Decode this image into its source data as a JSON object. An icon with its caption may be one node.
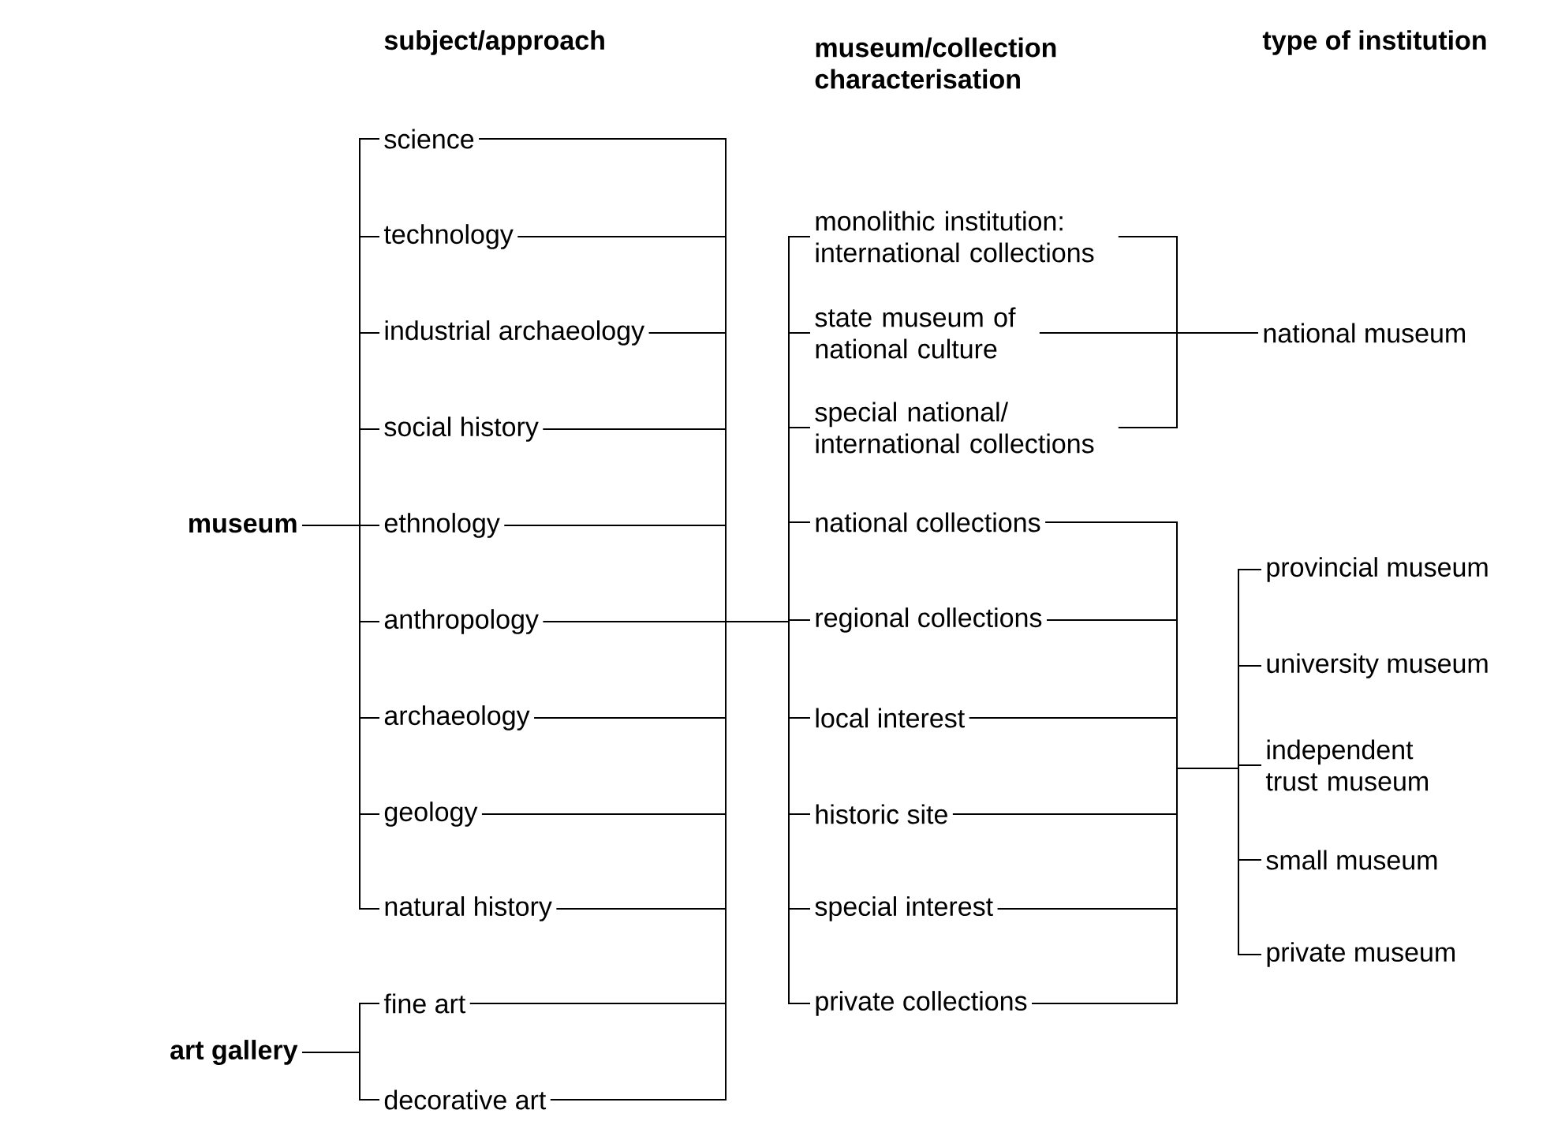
{
  "diagram": {
    "nodes": [
      {
        "text": [
          "museum"
        ]
      },
      {
        "text": [
          "art gallery"
        ]
      },
      {
        "text": [
          "science"
        ]
      },
      {
        "text": [
          "technology"
        ]
      },
      {
        "text": [
          "industrial archaeology"
        ]
      },
      {
        "text": [
          "social history"
        ]
      },
      {
        "text": [
          "ethnology"
        ]
      },
      {
        "text": [
          "anthropology"
        ]
      },
      {
        "text": [
          "archaeology"
        ]
      },
      {
        "text": [
          "geology"
        ]
      },
      {
        "text": [
          "natural history"
        ]
      },
      {
        "text": [
          "fine art"
        ]
      },
      {
        "text": [
          "decorative art"
        ]
      },
      {
        "text": [
          "monolithic institution: international collections"
        ]
      },
      {
        "text": [
          "state museum of national culture"
        ]
      },
      {
        "text": [
          "special national/ international collections"
        ]
      },
      {
        "text": [
          "national collections"
        ]
      },
      {
        "text": [
          "regional collections"
        ]
      },
      {
        "text": [
          "local interest"
        ]
      },
      {
        "text": [
          "historic site"
        ]
      },
      {
        "text": [
          "special interest"
        ]
      },
      {
        "text": [
          "private collections"
        ]
      },
      {
        "text": [
          "national museum"
        ]
      },
      {
        "text": [
          "provincial museum"
        ]
      },
      {
        "text": [
          "university museum"
        ]
      },
      {
        "text": [
          "independent trust museum"
        ]
      },
      {
        "text": [
          "small museum"
        ]
      },
      {
        "text": [
          "private museum"
        ]
      }
    ],
    "edges": [
      {
        "from": 2,
        "to": 13,
        "arrow": "none"
      },
      {
        "from": 2,
        "to": 14,
        "arrow": "none"
      },
      {
        "from": 2,
        "to": 15,
        "arrow": "none"
      },
      {
        "from": 2,
        "to": 16,
        "arrow": "none"
      },
      {
        "from": 2,
        "to": 17,
        "arrow": "none"
      },
      {
        "from": 2,
        "to": 18,
        "arrow": "none"
      },
      {
        "from": 2,
        "to": 19,
        "arrow": "none"
      },
      {
        "from": 2,
        "to": 20,
        "arrow": "none"
      },
      {
        "from": 2,
        "to": 21,
        "arrow": "none"
      },
      {
        "from": 3,
        "to": 13,
        "arrow": "none"
      },
      {
        "from": 3,
        "to": 14,
        "arrow": "none"
      },
      {
        "from": 3,
        "to": 15,
        "arrow": "none"
      },
      {
        "from": 3,
        "to": 16,
        "arrow": "none"
      },
      {
        "from": 3,
        "to": 17,
        "arrow": "none"
      },
      {
        "from": 3,
        "to": 18,
        "arrow": "none"
      },
      {
        "from": 3,
        "to": 19,
        "arrow": "none"
      },
      {
        "from": 3,
        "to": 20,
        "arrow": "none"
      },
      {
        "from": 3,
        "to": 21,
        "arrow": "none"
      },
      {
        "from": 4,
        "to": 13,
        "arrow": "none"
      },
      {
        "from": 4,
        "to": 14,
        "arrow": "none"
      },
      {
        "from": 4,
        "to": 15,
        "arrow": "none"
      },
      {
        "from": 4,
        "to": 16,
        "arrow": "none"
      },
      {
        "from": 4,
        "to": 17,
        "arrow": "none"
      },
      {
        "from": 4,
        "to": 18,
        "arrow": "none"
      },
      {
        "from": 4,
        "to": 19,
        "arrow": "none"
      },
      {
        "from": 4,
        "to": 20,
        "arrow": "none"
      },
      {
        "from": 4,
        "to": 21,
        "arrow": "none"
      },
      {
        "from": 5,
        "to": 13,
        "arrow": "none"
      },
      {
        "from": 5,
        "to": 14,
        "arrow": "none"
      },
      {
        "from": 5,
        "to": 15,
        "arrow": "none"
      },
      {
        "from": 5,
        "to": 16,
        "arrow": "none"
      },
      {
        "from": 5,
        "to": 17,
        "arrow": "none"
      },
      {
        "from": 5,
        "to": 18,
        "arrow": "none"
      },
      {
        "from": 5,
        "to": 19,
        "arrow": "none"
      },
      {
        "from": 5,
        "to": 20,
        "arrow": "none"
      },
      {
        "from": 5,
        "to": 21,
        "arrow": "none"
      },
      {
        "from": 6,
        "to": 13,
        "arrow": "none"
      },
      {
        "from": 6,
        "to": 14,
        "arrow": "none"
      },
      {
        "from": 6,
        "to": 15,
        "arrow": "none"
      },
      {
        "from": 6,
        "to": 16,
        "arrow": "none"
      },
      {
        "from": 6,
        "to": 17,
        "arrow": "none"
      },
      {
        "from": 6,
        "to": 18,
        "arrow": "none"
      },
      {
        "from": 6,
        "to": 19,
        "arrow": "none"
      },
      {
        "from": 6,
        "to": 20,
        "arrow": "none"
      },
      {
        "from": 6,
        "to": 21,
        "arrow": "none"
      },
      {
        "from": 7,
        "to": 13,
        "arrow": "none"
      },
      {
        "from": 7,
        "to": 14,
        "arrow": "none"
      },
      {
        "from": 7,
        "to": 15,
        "arrow": "none"
      },
      {
        "from": 7,
        "to": 16,
        "arrow": "none"
      },
      {
        "from": 7,
        "to": 17,
        "arrow": "none"
      },
      {
        "from": 7,
        "to": 18,
        "arrow": "none"
      },
      {
        "from": 7,
        "to": 19,
        "arrow": "none"
      },
      {
        "from": 7,
        "to": 20,
        "arrow": "none"
      },
      {
        "from": 7,
        "to": 21,
        "arrow": "none"
      },
      {
        "from": 8,
        "to": 13,
        "arrow": "none"
      },
      {
        "from": 8,
        "to": 14,
        "arrow": "none"
      },
      {
        "from": 8,
        "to": 15,
        "arrow": "none"
      },
      {
        "from": 8,
        "to": 16,
        "arrow": "none"
      },
      {
        "from": 8,
        "to": 17,
        "arrow": "none"
      },
      {
        "from": 8,
        "to": 18,
        "arrow": "none"
      },
      {
        "from": 8,
        "to": 19,
        "arrow": "none"
      },
      {
        "from": 8,
        "to": 20,
        "arrow": "none"
      },
      {
        "from": 8,
        "to": 21,
        "arrow": "none"
      },
      {
        "from": 9,
        "to": 13,
        "arrow": "none"
      },
      {
        "from": 9,
        "to": 14,
        "arrow": "none"
      },
      {
        "from": 9,
        "to": 15,
        "arrow": "none"
      },
      {
        "from": 9,
        "to": 16,
        "arrow": "none"
      },
      {
        "from": 9,
        "to": 17,
        "arrow": "none"
      },
      {
        "from": 9,
        "to": 18,
        "arrow": "none"
      },
      {
        "from": 9,
        "to": 19,
        "arrow": "none"
      },
      {
        "from": 9,
        "to": 20,
        "arrow": "none"
      },
      {
        "from": 9,
        "to": 21,
        "arrow": "none"
      },
      {
        "from": 10,
        "to": 13,
        "arrow": "none"
      },
      {
        "from": 10,
        "to": 14,
        "arrow": "none"
      },
      {
        "from": 10,
        "to": 15,
        "arrow": "none"
      },
      {
        "from": 10,
        "to": 16,
        "arrow": "none"
      },
      {
        "from": 10,
        "to": 17,
        "arrow": "none"
      },
      {
        "from": 10,
        "to": 18,
        "arrow": "none"
      },
      {
        "from": 10,
        "to": 19,
        "arrow": "none"
      },
      {
        "from": 10,
        "to": 20,
        "arrow": "none"
      },
      {
        "from": 10,
        "to": 21,
        "arrow": "none"
      },
      {
        "from": 11,
        "to": 13,
        "arrow": "none"
      },
      {
        "from": 11,
        "to": 14,
        "arrow": "none"
      },
      {
        "from": 11,
        "to": 15,
        "arrow": "none"
      },
      {
        "from": 11,
        "to": 16,
        "arrow": "none"
      },
      {
        "from": 11,
        "to": 17,
        "arrow": "none"
      },
      {
        "from": 11,
        "to": 18,
        "arrow": "none"
      },
      {
        "from": 11,
        "to": 19,
        "arrow": "none"
      },
      {
        "from": 11,
        "to": 20,
        "arrow": "none"
      },
      {
        "from": 11,
        "to": 21,
        "arrow": "none"
      },
      {
        "from": 12,
        "to": 13,
        "arrow": "none"
      },
      {
        "from": 12,
        "to": 14,
        "arrow": "none"
      },
      {
        "from": 12,
        "to": 15,
        "arrow": "none"
      },
      {
        "from": 12,
        "to": 16,
        "arrow": "none"
      },
      {
        "from": 12,
        "to": 17,
        "arrow": "none"
      },
      {
        "from": 12,
        "to": 18,
        "arrow": "none"
      },
      {
        "from": 12,
        "to": 19,
        "arrow": "none"
      },
      {
        "from": 12,
        "to": 20,
        "arrow": "none"
      },
      {
        "from": 12,
        "to": 21,
        "arrow": "none"
      },
      {
        "from": 0,
        "to": 2,
        "arrow": "none"
      },
      {
        "from": 0,
        "to": 3,
        "arrow": "none"
      },
      {
        "from": 0,
        "to": 4,
        "arrow": "none"
      },
      {
        "from": 0,
        "to": 5,
        "arrow": "none"
      },
      {
        "from": 0,
        "to": 6,
        "arrow": "none"
      },
      {
        "from": 0,
        "to": 7,
        "arrow": "none"
      },
      {
        "from": 0,
        "to": 8,
        "arrow": "none"
      },
      {
        "from": 0,
        "to": 9,
        "arrow": "none"
      },
      {
        "from": 0,
        "to": 10,
        "arrow": "none"
      },
      {
        "from": 1,
        "to": 11,
        "arrow": "none"
      },
      {
        "from": 1,
        "to": 12,
        "arrow": "none"
      },
      {
        "from": 13,
        "to": 22,
        "arrow": "none"
      },
      {
        "from": 14,
        "to": 22,
        "arrow": "none"
      },
      {
        "from": 15,
        "to": 22,
        "arrow": "none"
      },
      {
        "from": 16,
        "to": 23,
        "arrow": "none"
      },
      {
        "from": 16,
        "to": 24,
        "arrow": "none"
      },
      {
        "from": 16,
        "to": 25,
        "arrow": "none"
      },
      {
        "from": 16,
        "to": 26,
        "arrow": "none"
      },
      {
        "from": 16,
        "to": 27,
        "arrow": "none"
      },
      {
        "from": 17,
        "to": 23,
        "arrow": "none"
      },
      {
        "from": 17,
        "to": 24,
        "arrow": "none"
      },
      {
        "from": 17,
        "to": 25,
        "arrow": "none"
      },
      {
        "from": 17,
        "to": 26,
        "arrow": "none"
      },
      {
        "from": 17,
        "to": 27,
        "arrow": "none"
      },
      {
        "from": 18,
        "to": 23,
        "arrow": "none"
      },
      {
        "from": 18,
        "to": 24,
        "arrow": "none"
      },
      {
        "from": 18,
        "to": 25,
        "arrow": "none"
      },
      {
        "from": 18,
        "to": 26,
        "arrow": "none"
      },
      {
        "from": 18,
        "to": 27,
        "arrow": "none"
      },
      {
        "from": 19,
        "to": 23,
        "arrow": "none"
      },
      {
        "from": 19,
        "to": 24,
        "arrow": "none"
      },
      {
        "from": 19,
        "to": 25,
        "arrow": "none"
      },
      {
        "from": 19,
        "to": 26,
        "arrow": "none"
      },
      {
        "from": 19,
        "to": 27,
        "arrow": "none"
      },
      {
        "from": 20,
        "to": 23,
        "arrow": "none"
      },
      {
        "from": 20,
        "to": 24,
        "arrow": "none"
      },
      {
        "from": 20,
        "to": 25,
        "arrow": "none"
      },
      {
        "from": 20,
        "to": 26,
        "arrow": "none"
      },
      {
        "from": 20,
        "to": 27,
        "arrow": "none"
      },
      {
        "from": 21,
        "to": 23,
        "arrow": "none"
      },
      {
        "from": 21,
        "to": 24,
        "arrow": "none"
      },
      {
        "from": 21,
        "to": 25,
        "arrow": "none"
      },
      {
        "from": 21,
        "to": 26,
        "arrow": "none"
      },
      {
        "from": 21,
        "to": 27,
        "arrow": "none"
      }
    ],
    "labels": [
      "subject/approach",
      "museum/collection characterisation",
      "type of institution"
    ]
  }
}
